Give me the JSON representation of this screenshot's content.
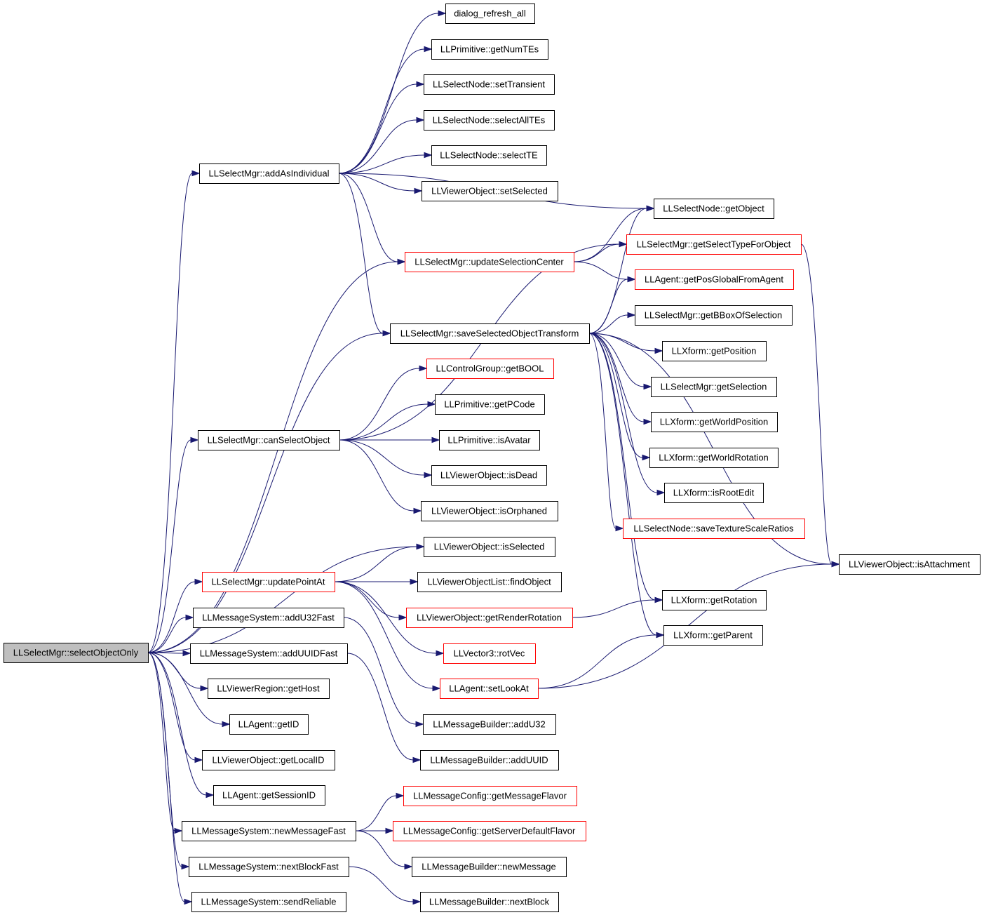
{
  "graph": {
    "root": "LLSelectMgr::selectObjectOnly",
    "colors": {
      "edge": "#191970",
      "root_fill": "#bfbfbf",
      "normal_border": "#000000",
      "truncated_border": "#ff0000"
    },
    "nodes": [
      {
        "id": "root",
        "label": "LLSelectMgr::selectObjectOnly",
        "style": "root"
      },
      {
        "id": "dialog",
        "label": "dialog_refresh_all",
        "style": "normal"
      },
      {
        "id": "getNumTEs",
        "label": "LLPrimitive::getNumTEs",
        "style": "normal"
      },
      {
        "id": "setTransient",
        "label": "LLSelectNode::setTransient",
        "style": "normal"
      },
      {
        "id": "selectAllTEs",
        "label": "LLSelectNode::selectAllTEs",
        "style": "normal"
      },
      {
        "id": "selectTE",
        "label": "LLSelectNode::selectTE",
        "style": "normal"
      },
      {
        "id": "addAsIndividual",
        "label": "LLSelectMgr::addAsIndividual",
        "style": "normal"
      },
      {
        "id": "setSelected",
        "label": "LLViewerObject::setSelected",
        "style": "normal"
      },
      {
        "id": "getObject",
        "label": "LLSelectNode::getObject",
        "style": "normal"
      },
      {
        "id": "getSelectType",
        "label": "LLSelectMgr::getSelectTypeForObject",
        "style": "truncated"
      },
      {
        "id": "updSelCenter",
        "label": "LLSelectMgr::updateSelectionCenter",
        "style": "truncated"
      },
      {
        "id": "getPosGlobal",
        "label": "LLAgent::getPosGlobalFromAgent",
        "style": "truncated"
      },
      {
        "id": "getBBox",
        "label": "LLSelectMgr::getBBoxOfSelection",
        "style": "normal"
      },
      {
        "id": "saveSel",
        "label": "LLSelectMgr::saveSelectedObjectTransform",
        "style": "normal"
      },
      {
        "id": "getPosition",
        "label": "LLXform::getPosition",
        "style": "normal"
      },
      {
        "id": "getBOOL",
        "label": "LLControlGroup::getBOOL",
        "style": "truncated"
      },
      {
        "id": "getSelection",
        "label": "LLSelectMgr::getSelection",
        "style": "normal"
      },
      {
        "id": "getPCode",
        "label": "LLPrimitive::getPCode",
        "style": "normal"
      },
      {
        "id": "getWorldPos",
        "label": "LLXform::getWorldPosition",
        "style": "normal"
      },
      {
        "id": "canSelect",
        "label": "LLSelectMgr::canSelectObject",
        "style": "normal"
      },
      {
        "id": "isAvatar",
        "label": "LLPrimitive::isAvatar",
        "style": "normal"
      },
      {
        "id": "getWorldRot",
        "label": "LLXform::getWorldRotation",
        "style": "normal"
      },
      {
        "id": "isDead",
        "label": "LLViewerObject::isDead",
        "style": "normal"
      },
      {
        "id": "isRootEdit",
        "label": "LLXform::isRootEdit",
        "style": "normal"
      },
      {
        "id": "isOrphaned",
        "label": "LLViewerObject::isOrphaned",
        "style": "normal"
      },
      {
        "id": "saveTex",
        "label": "LLSelectNode::saveTextureScaleRatios",
        "style": "truncated"
      },
      {
        "id": "isSelected",
        "label": "LLViewerObject::isSelected",
        "style": "normal"
      },
      {
        "id": "isAttachment",
        "label": "LLViewerObject::isAttachment",
        "style": "normal"
      },
      {
        "id": "updPointAt",
        "label": "LLSelectMgr::updatePointAt",
        "style": "truncated"
      },
      {
        "id": "findObject",
        "label": "LLViewerObjectList::findObject",
        "style": "normal"
      },
      {
        "id": "getRotation",
        "label": "LLXform::getRotation",
        "style": "normal"
      },
      {
        "id": "addU32Fast",
        "label": "LLMessageSystem::addU32Fast",
        "style": "normal"
      },
      {
        "id": "getRenderRot",
        "label": "LLViewerObject::getRenderRotation",
        "style": "truncated"
      },
      {
        "id": "getParent",
        "label": "LLXform::getParent",
        "style": "normal"
      },
      {
        "id": "addUUIDFast",
        "label": "LLMessageSystem::addUUIDFast",
        "style": "normal"
      },
      {
        "id": "rotVec",
        "label": "LLVector3::rotVec",
        "style": "truncated"
      },
      {
        "id": "getHost",
        "label": "LLViewerRegion::getHost",
        "style": "normal"
      },
      {
        "id": "setLookAt",
        "label": "LLAgent::setLookAt",
        "style": "truncated"
      },
      {
        "id": "getID",
        "label": "LLAgent::getID",
        "style": "normal"
      },
      {
        "id": "addU32",
        "label": "LLMessageBuilder::addU32",
        "style": "normal"
      },
      {
        "id": "getLocalID",
        "label": "LLViewerObject::getLocalID",
        "style": "normal"
      },
      {
        "id": "addUUID",
        "label": "LLMessageBuilder::addUUID",
        "style": "normal"
      },
      {
        "id": "getSessionID",
        "label": "LLAgent::getSessionID",
        "style": "normal"
      },
      {
        "id": "getMsgFlavor",
        "label": "LLMessageConfig::getMessageFlavor",
        "style": "truncated"
      },
      {
        "id": "newMsgFast",
        "label": "LLMessageSystem::newMessageFast",
        "style": "normal"
      },
      {
        "id": "getServerFlavor",
        "label": "LLMessageConfig::getServerDefaultFlavor",
        "style": "truncated"
      },
      {
        "id": "newMessage",
        "label": "LLMessageBuilder::newMessage",
        "style": "normal"
      },
      {
        "id": "nextBlockFast",
        "label": "LLMessageSystem::nextBlockFast",
        "style": "normal"
      },
      {
        "id": "sendReliable",
        "label": "LLMessageSystem::sendReliable",
        "style": "normal"
      },
      {
        "id": "nextBlock",
        "label": "LLMessageBuilder::nextBlock",
        "style": "normal"
      }
    ],
    "edges": [
      [
        "root",
        "addAsIndividual"
      ],
      [
        "root",
        "updSelCenter"
      ],
      [
        "root",
        "saveSel"
      ],
      [
        "root",
        "canSelect"
      ],
      [
        "root",
        "isSelected"
      ],
      [
        "root",
        "updPointAt"
      ],
      [
        "root",
        "addU32Fast"
      ],
      [
        "root",
        "addUUIDFast"
      ],
      [
        "root",
        "getHost"
      ],
      [
        "root",
        "getID"
      ],
      [
        "root",
        "getLocalID"
      ],
      [
        "root",
        "getSessionID"
      ],
      [
        "root",
        "newMsgFast"
      ],
      [
        "root",
        "nextBlockFast"
      ],
      [
        "root",
        "sendReliable"
      ],
      [
        "addAsIndividual",
        "dialog"
      ],
      [
        "addAsIndividual",
        "getNumTEs"
      ],
      [
        "addAsIndividual",
        "setTransient"
      ],
      [
        "addAsIndividual",
        "selectAllTEs"
      ],
      [
        "addAsIndividual",
        "selectTE"
      ],
      [
        "addAsIndividual",
        "setSelected"
      ],
      [
        "addAsIndividual",
        "getObject"
      ],
      [
        "addAsIndividual",
        "updSelCenter"
      ],
      [
        "addAsIndividual",
        "saveSel"
      ],
      [
        "updSelCenter",
        "getObject"
      ],
      [
        "updSelCenter",
        "getSelectType"
      ],
      [
        "updSelCenter",
        "getPosGlobal"
      ],
      [
        "saveSel",
        "getObject"
      ],
      [
        "saveSel",
        "getPosGlobal"
      ],
      [
        "saveSel",
        "getBBox"
      ],
      [
        "saveSel",
        "getPosition"
      ],
      [
        "saveSel",
        "getSelection"
      ],
      [
        "saveSel",
        "getWorldPos"
      ],
      [
        "saveSel",
        "getWorldRot"
      ],
      [
        "saveSel",
        "isRootEdit"
      ],
      [
        "saveSel",
        "saveTex"
      ],
      [
        "saveSel",
        "isAttachment"
      ],
      [
        "saveSel",
        "getRotation"
      ],
      [
        "saveSel",
        "getParent"
      ],
      [
        "getSelectType",
        "isAttachment"
      ],
      [
        "canSelect",
        "getSelectType"
      ],
      [
        "canSelect",
        "getBOOL"
      ],
      [
        "canSelect",
        "getPCode"
      ],
      [
        "canSelect",
        "isAvatar"
      ],
      [
        "canSelect",
        "isDead"
      ],
      [
        "canSelect",
        "isOrphaned"
      ],
      [
        "updPointAt",
        "isSelected"
      ],
      [
        "updPointAt",
        "findObject"
      ],
      [
        "updPointAt",
        "getRenderRot"
      ],
      [
        "updPointAt",
        "rotVec"
      ],
      [
        "updPointAt",
        "setLookAt"
      ],
      [
        "getRenderRot",
        "getRotation"
      ],
      [
        "setLookAt",
        "getParent"
      ],
      [
        "setLookAt",
        "isAttachment"
      ],
      [
        "addU32Fast",
        "addU32"
      ],
      [
        "addUUIDFast",
        "addUUID"
      ],
      [
        "newMsgFast",
        "getMsgFlavor"
      ],
      [
        "newMsgFast",
        "getServerFlavor"
      ],
      [
        "newMsgFast",
        "newMessage"
      ],
      [
        "nextBlockFast",
        "nextBlock"
      ]
    ]
  }
}
